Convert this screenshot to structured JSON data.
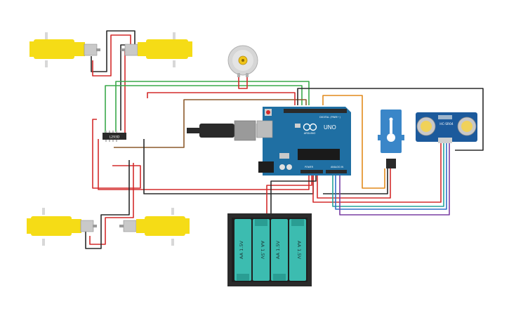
{
  "arduino": {
    "brand": "ARDUINO",
    "model": "UNO",
    "digital_label": "DIGITAL (PWM~)",
    "power_label": "POWER",
    "analog_label": "ANALOG IN",
    "logo_icon": "infinity-logo-icon"
  },
  "motor_driver": {
    "label": "L293D"
  },
  "sonar": {
    "label": "HC-SR04"
  },
  "battery_pack": {
    "cells": [
      "AA 1.5V",
      "AA 1.5V",
      "AA 1.5V",
      "AA 1.5V"
    ]
  },
  "wire_colors": {
    "red": "#d42b2b",
    "black": "#2a2a2a",
    "green": "#3aa84a",
    "brown": "#8b5a2b",
    "orange": "#e28a1c",
    "blue": "#2f6fc9",
    "purple": "#7a3fa3",
    "teal": "#24a39a"
  },
  "colors": {
    "board": "#1f6fa3",
    "motor_yellow": "#f5dc16",
    "battery_cell": "#3cbcb0",
    "battery_case": "#2b2b2b",
    "servo": "#3a86c8",
    "sonar_pcb": "#1c5a9c"
  }
}
